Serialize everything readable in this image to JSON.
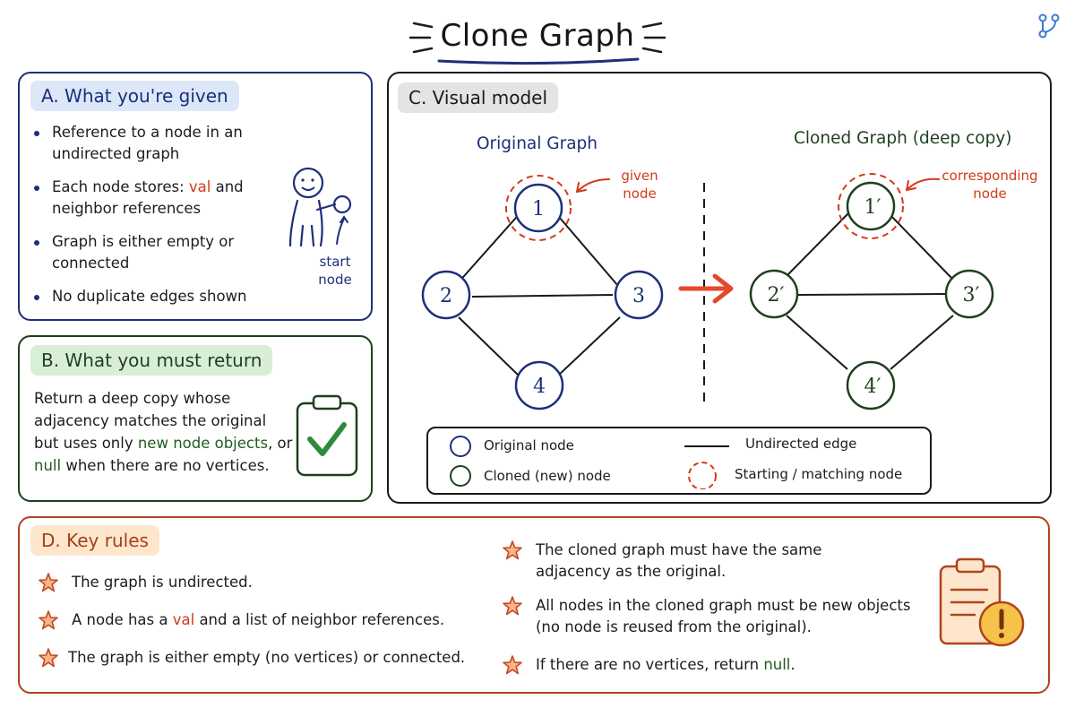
{
  "title": "Clone Graph",
  "panel_a": {
    "tag": "A. What you're given",
    "items": [
      {
        "text": "Reference to a node in an undirected graph"
      },
      {
        "pre": "Each node stores: ",
        "highlight": "val",
        "post": " and neighbor references"
      },
      {
        "text": "Graph is either empty or connected"
      },
      {
        "text": "No duplicate edges shown"
      }
    ],
    "figure_label": "start node"
  },
  "panel_b": {
    "tag": "B. What you must return",
    "text_1": "Return a deep copy whose adjacency matches the original but uses only ",
    "green_1": "new node objects",
    "text_2": ", or ",
    "green_2": "null",
    "text_3": " when there are no vertices."
  },
  "panel_c": {
    "tag": "C. Visual model",
    "original_title": "Original Graph",
    "cloned_title": "Cloned Graph (deep copy)",
    "original_annotation": "given node",
    "cloned_annotation": "corresponding node",
    "original_nodes": [
      "1",
      "2",
      "3",
      "4"
    ],
    "cloned_nodes": [
      "1′",
      "2′",
      "3′",
      "4′"
    ],
    "legend": {
      "original_node": "Original node",
      "cloned_node": "Cloned (new) node",
      "undirected_edge": "Undirected edge",
      "starting_node": "Starting / matching node"
    }
  },
  "panel_d": {
    "tag": "D. Key rules",
    "rules": [
      {
        "text": "The graph is undirected."
      },
      {
        "pre": "A node has a ",
        "highlight": "val",
        "post": " and a list of neighbor references."
      },
      {
        "text": "The graph is either empty (no vertices) or connected."
      },
      {
        "text": "The cloned graph must have the same adjacency as the original."
      },
      {
        "text": "All nodes in the cloned graph must be new objects (no node is reused from the original)."
      },
      {
        "pre": "If there are no vertices, return ",
        "highlight": "null",
        "post": "."
      }
    ]
  },
  "colors": {
    "blue": "#1e2f7a",
    "green": "#1f3f1f",
    "red": "#d23a1a",
    "orange": "#b0441c"
  },
  "icons": [
    "branch-icon",
    "person-icon",
    "clipboard-check-icon",
    "clipboard-alert-icon",
    "star-icon",
    "arrow-right-icon"
  ]
}
